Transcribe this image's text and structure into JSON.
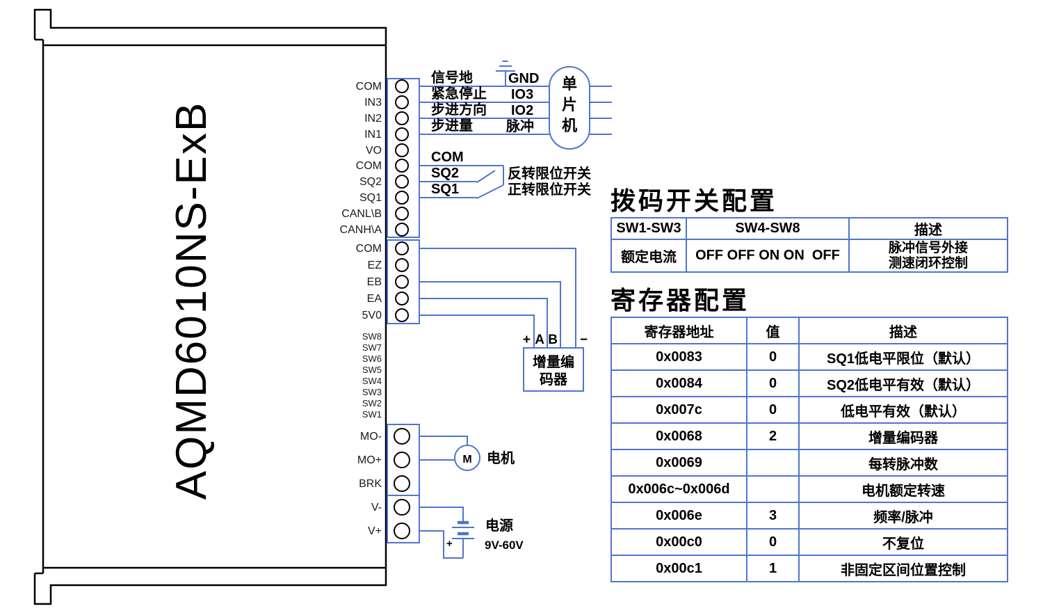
{
  "colors": {
    "diagram_blue": "#4e74d2",
    "text_black": "#000000"
  },
  "device": {
    "model": "AQMD6010NS-ExB",
    "io_terminals": [
      "COM",
      "IN3",
      "IN2",
      "IN1",
      "VO",
      "COM",
      "SQ2",
      "SQ1",
      "CANL\\B",
      "CANH\\A"
    ],
    "enc_terminals": [
      "COM",
      "EZ",
      "EB",
      "EA",
      "5V0"
    ],
    "dip_switches": [
      "SW8",
      "SW7",
      "SW6",
      "SW5",
      "SW4",
      "SW3",
      "SW2",
      "SW1"
    ],
    "motor_terminals": [
      "MO-",
      "MO+",
      "BRK"
    ],
    "power_terminals": [
      "V-",
      "V+"
    ]
  },
  "mcu": {
    "chars": [
      "单",
      "片",
      "机"
    ],
    "signal_ground": "信号地",
    "gnd": "GND",
    "emergency_stop": "紧急停止",
    "io3": "IO3",
    "step_direction": "步进方向",
    "io2": "IO2",
    "step_amount": "步进量",
    "pulse": "脉冲"
  },
  "limit": {
    "com": "COM",
    "sq2": "SQ2",
    "sq1": "SQ1",
    "reverse": "反转限位开关",
    "forward": "正转限位开关"
  },
  "encoder": {
    "line1": "增量编",
    "line2": "码器",
    "pin_plus": "+",
    "pin_a": "A",
    "pin_b": "B",
    "pin_minus": "−"
  },
  "motor": {
    "m": "M",
    "label": "电机"
  },
  "power": {
    "label": "电源",
    "range": "9V-60V",
    "plus": "+"
  },
  "dip_table": {
    "title": "拨码开关配置",
    "headers": [
      "SW1-SW3",
      "SW4-SW8",
      "描述"
    ],
    "row": {
      "sw13": "额定电流",
      "sw48": "OFF OFF ON ON  OFF",
      "desc1": "脉冲信号外接",
      "desc2": "测速闭环控制"
    }
  },
  "reg_table": {
    "title": "寄存器配置",
    "headers": [
      "寄存器地址",
      "值",
      "描述"
    ],
    "rows": [
      {
        "addr": "0x0083",
        "val": "0",
        "desc": "SQ1低电平限位（默认）"
      },
      {
        "addr": "0x0084",
        "val": "0",
        "desc": "SQ2低电平有效（默认）"
      },
      {
        "addr": "0x007c",
        "val": "0",
        "desc": "低电平有效（默认）"
      },
      {
        "addr": "0x0068",
        "val": "2",
        "desc": "增量编码器"
      },
      {
        "addr": "0x0069",
        "val": "",
        "desc": "每转脉冲数"
      },
      {
        "addr": "0x006c~0x006d",
        "val": "",
        "desc": "电机额定转速"
      },
      {
        "addr": "0x006e",
        "val": "3",
        "desc": "频率/脉冲"
      },
      {
        "addr": "0x00c0",
        "val": "0",
        "desc": "不复位"
      },
      {
        "addr": "0x00c1",
        "val": "1",
        "desc": "非固定区间位置控制"
      }
    ]
  }
}
